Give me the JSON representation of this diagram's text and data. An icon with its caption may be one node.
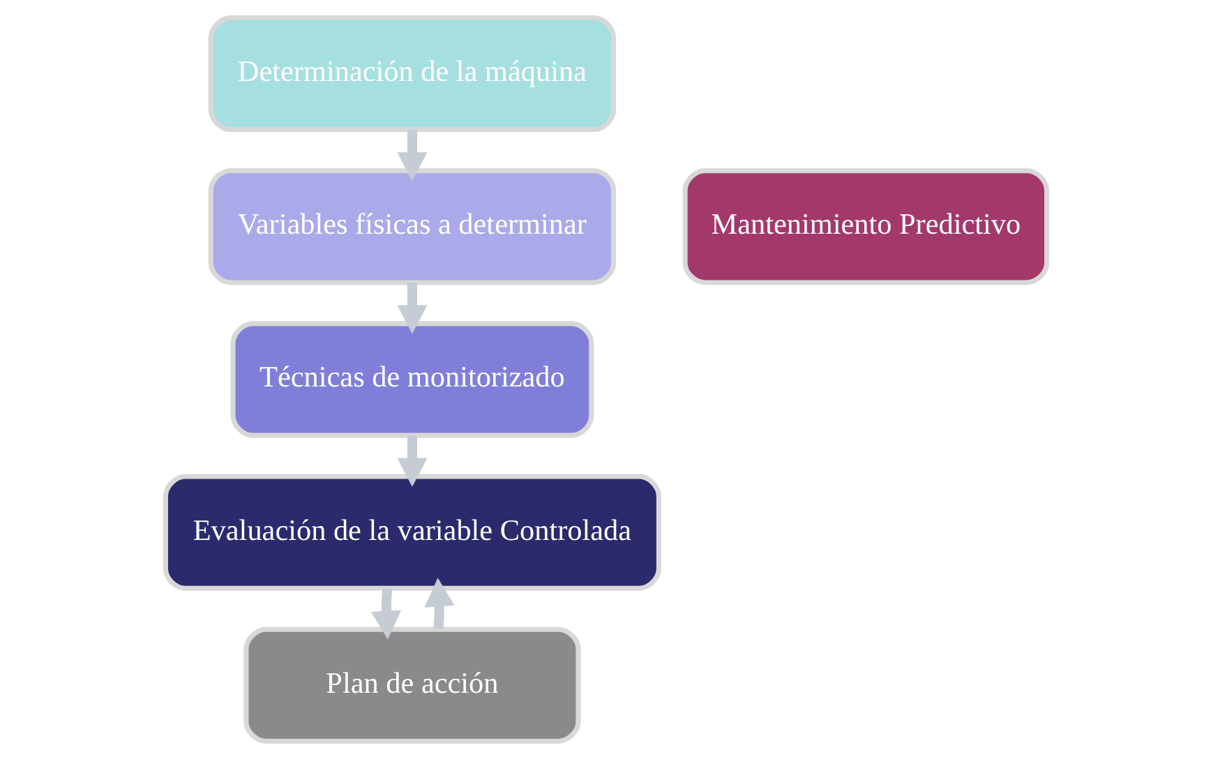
{
  "diagram": {
    "nodes": [
      {
        "text": [
          "Determinación de la máquina"
        ]
      },
      {
        "text": [
          "Variables físicas a determinar"
        ]
      },
      {
        "text": [
          "Técnicas de monitorizado"
        ]
      },
      {
        "text": [
          "Evaluación de la variable Controlada"
        ]
      },
      {
        "text": [
          "Plan de acción"
        ]
      },
      {
        "text": [
          "Mantenimiento Predictivo"
        ]
      }
    ],
    "edges": [
      {
        "from": 0,
        "to": 1,
        "arrow": "to"
      },
      {
        "from": 1,
        "to": 2,
        "arrow": "to"
      },
      {
        "from": 2,
        "to": 3,
        "arrow": "to"
      },
      {
        "from": 3,
        "to": 4,
        "arrow": "to"
      },
      {
        "from": 4,
        "to": 3,
        "arrow": "to"
      }
    ]
  }
}
